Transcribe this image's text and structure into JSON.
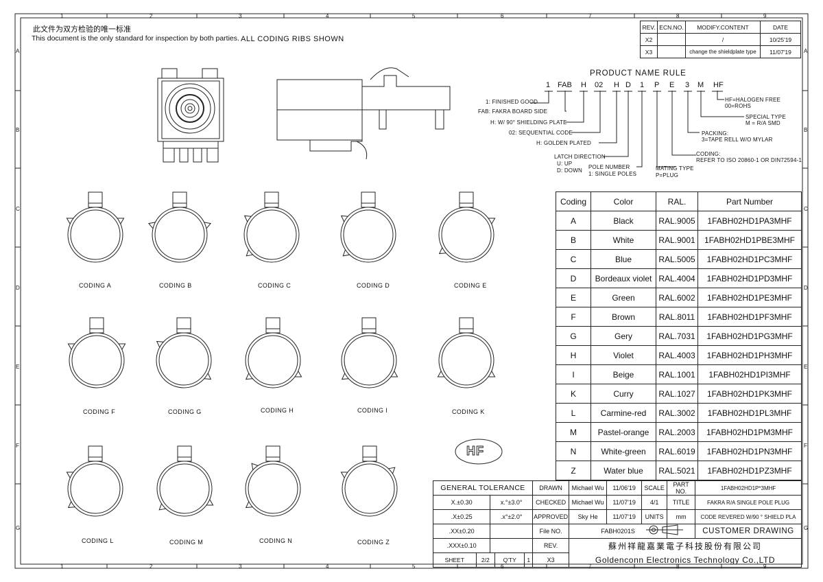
{
  "header": {
    "note_cn": "此文件为双方检验的唯一标准",
    "note_en": "This document is the only standard for inspection by both parties.",
    "note_ribs": "ALL CODING RIBS SHOWN"
  },
  "border": {
    "top_numbers": [
      "1",
      "2",
      "3",
      "4",
      "5",
      "6",
      "7",
      "8",
      "9"
    ],
    "side_letters": [
      "A",
      "B",
      "C",
      "D",
      "E",
      "F",
      "G"
    ]
  },
  "revision_table": {
    "headers": [
      "REV.",
      "ECN.NO.",
      "MODIFY.CONTENT",
      "DATE"
    ],
    "rows": [
      {
        "rev": "X2",
        "ecn": "",
        "content": "/",
        "date": "10/25'19"
      },
      {
        "rev": "X3",
        "ecn": "",
        "content": "change the shieldplate type",
        "date": "11/07'19"
      }
    ]
  },
  "product_rule": {
    "title": "PRODUCT NAME RULE",
    "codes": [
      "1",
      "FAB",
      "H",
      "02",
      "H",
      "D",
      "1",
      "P",
      "E",
      "3",
      "M",
      "HF"
    ],
    "left_notes": [
      "1: FINISHED GOOD",
      "FAB: FAKRA BOARD SIDE",
      "H: W/ 90° SHIELDING PLATE",
      "02: SEQUENTIAL CODE",
      "H: GOLDEN PLATED"
    ],
    "latch": [
      "LATCH DIRECTION",
      "U: UP",
      "D: DOWN"
    ],
    "pole": [
      "POLE NUMBER",
      "1: SINGLE POLES"
    ],
    "mating": [
      "MATING TYPE",
      "P=PLUG"
    ],
    "coding_note": [
      "CODING:",
      "REFER TO ISO 20860-1 OR DIN72594-1"
    ],
    "packing": [
      "PACKING:",
      "3=TAPE RELL W/O MYLAR"
    ],
    "special": [
      "SPECIAL TYPE",
      "M = R/A SMD"
    ],
    "hf": [
      "HF=HALOGEN FREE",
      "00=ROHS"
    ]
  },
  "coding_views": {
    "row1": [
      "CODING A",
      "CODING B",
      "CODING C",
      "CODING D",
      "CODING E"
    ],
    "row2": [
      "CODING F",
      "CODING G",
      "CODING H",
      "CODING I",
      "CODING K"
    ],
    "row3": [
      "CODING L",
      "CODING M",
      "CODING N",
      "CODING Z"
    ]
  },
  "hf_logo": "HF",
  "coding_table": {
    "headers": [
      "Coding",
      "Color",
      "RAL.",
      "Part Number"
    ],
    "rows": [
      [
        "A",
        "Black",
        "RAL.9005",
        "1FABH02HD1PA3MHF"
      ],
      [
        "B",
        "White",
        "RAL.9001",
        "1FABH02HD1PBE3MHF"
      ],
      [
        "C",
        "Blue",
        "RAL.5005",
        "1FABH02HD1PC3MHF"
      ],
      [
        "D",
        "Bordeaux violet",
        "RAL.4004",
        "1FABH02HD1PD3MHF"
      ],
      [
        "E",
        "Green",
        "RAL.6002",
        "1FABH02HD1PE3MHF"
      ],
      [
        "F",
        "Brown",
        "RAL.8011",
        "1FABH02HD1PF3MHF"
      ],
      [
        "G",
        "Gery",
        "RAL.7031",
        "1FABH02HD1PG3MHF"
      ],
      [
        "H",
        "Violet",
        "RAL.4003",
        "1FABH02HD1PH3MHF"
      ],
      [
        "I",
        "Beige",
        "RAL.1001",
        "1FABH02HD1PI3MHF"
      ],
      [
        "K",
        "Curry",
        "RAL.1027",
        "1FABH02HD1PK3MHF"
      ],
      [
        "L",
        "Carmine-red",
        "RAL.3002",
        "1FABH02HD1PL3MHF"
      ],
      [
        "M",
        "Pastel-orange",
        "RAL.2003",
        "1FABH02HD1PM3MHF"
      ],
      [
        "N",
        "White-green",
        "RAL.6019",
        "1FABH02HD1PN3MHF"
      ],
      [
        "Z",
        "Water blue",
        "RAL.5021",
        "1FABH02HD1PZ3MHF"
      ]
    ]
  },
  "title_block": {
    "general_tolerance": "GENERAL TOLERANCE",
    "tol_rows": [
      [
        "X.±0.30",
        "x.°±3.0°"
      ],
      [
        ".X±0.25",
        ".x°±2.0°"
      ],
      [
        ".XX±0.20",
        ""
      ],
      [
        ".XXX±0.10",
        ""
      ]
    ],
    "drawn_label": "DRAWN",
    "drawn_name": "Michael Wu",
    "drawn_date": "11/06'19",
    "scale_label": "SCALE",
    "part_no_label": "PART NO.",
    "part_no": "1FABH02HD1P*3MHF",
    "checked_label": "CHECKED",
    "checked_name": "Michael Wu",
    "checked_date": "11/07'19",
    "scale_value": "4/1",
    "title_label": "TITLE",
    "title_line1": "FAKRA R/A SINGLE POLE PLUG",
    "approved_label": "APPROVED",
    "approved_name": "Sky He",
    "approved_date": "11/07'19",
    "units_label": "UNITS",
    "units_value": "mm",
    "title_line2": "CODE REVERED W/90 ° SHIELD PLA",
    "file_no_label": "File NO.",
    "file_no": "FABH0201S",
    "customer_drawing": "CUSTOMER DRAWING",
    "rev_label": "REV.",
    "company_cn": "蘇州祥龍嘉業電子科技股份有限公司",
    "sheet_label": "SHEET",
    "sheet_value": "2/2",
    "qty_label": "Q'TY",
    "qty_value": "1",
    "rev_value": "X3",
    "company_en": "Goldenconn Electronics Technology Co.,LTD"
  }
}
